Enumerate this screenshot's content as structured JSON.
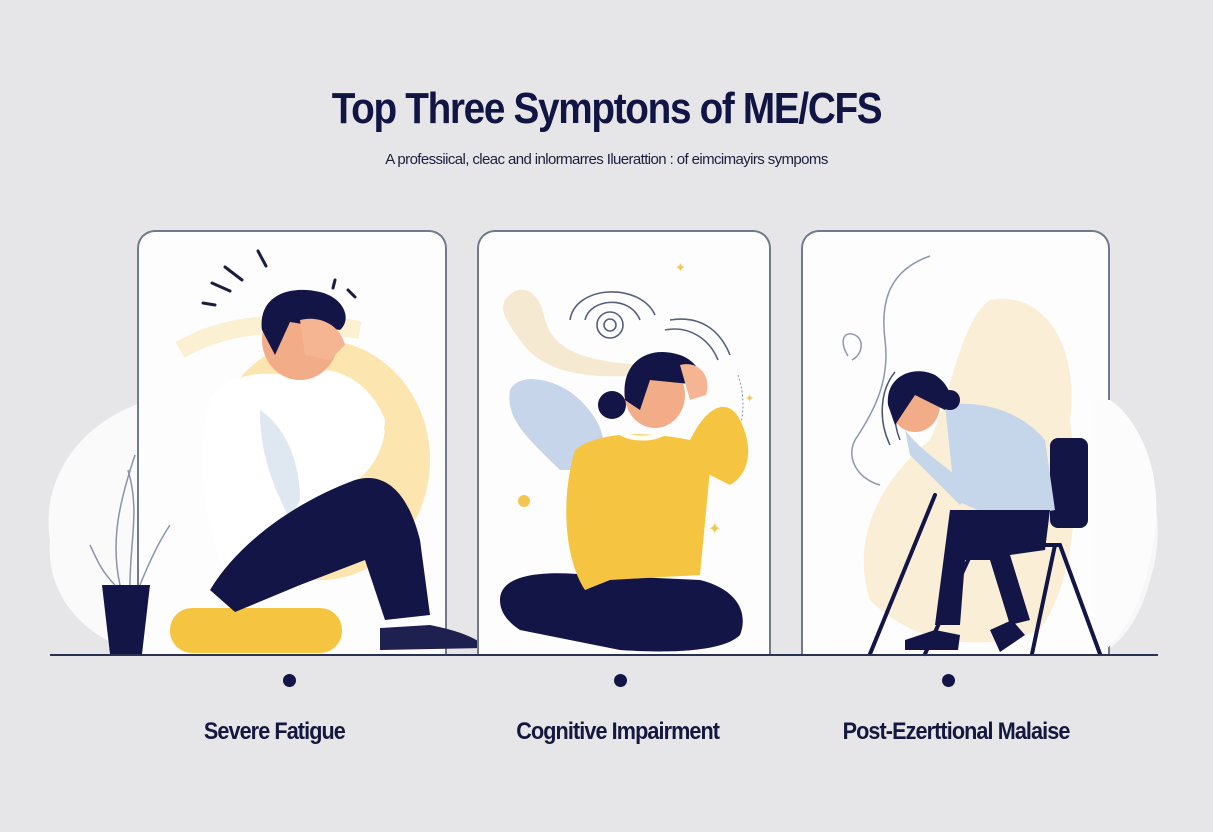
{
  "header": {
    "title": "Top Three Symptons of ME/CFS",
    "subtitle": "A professiical, cleac and inlormarres Iluerattion : of eimcimayirs sympoms"
  },
  "symptoms": [
    {
      "label": "Severe Fatigue",
      "illustration": "person-sitting-holding-head-icon"
    },
    {
      "label": "Cognitive Impairment",
      "illustration": "person-crosslegged-dizzy-icon"
    },
    {
      "label": "Post-Ezerttional Malaise",
      "illustration": "person-on-chair-exhausted-icon"
    }
  ],
  "colors": {
    "background": "#e6e6e8",
    "navy": "#111544",
    "yellow": "#f6c03d",
    "light_yellow": "#fbe6ae",
    "light_blue": "#c5d5ea",
    "skin": "#f2ad88",
    "panel_border": "#6f7a8c"
  }
}
